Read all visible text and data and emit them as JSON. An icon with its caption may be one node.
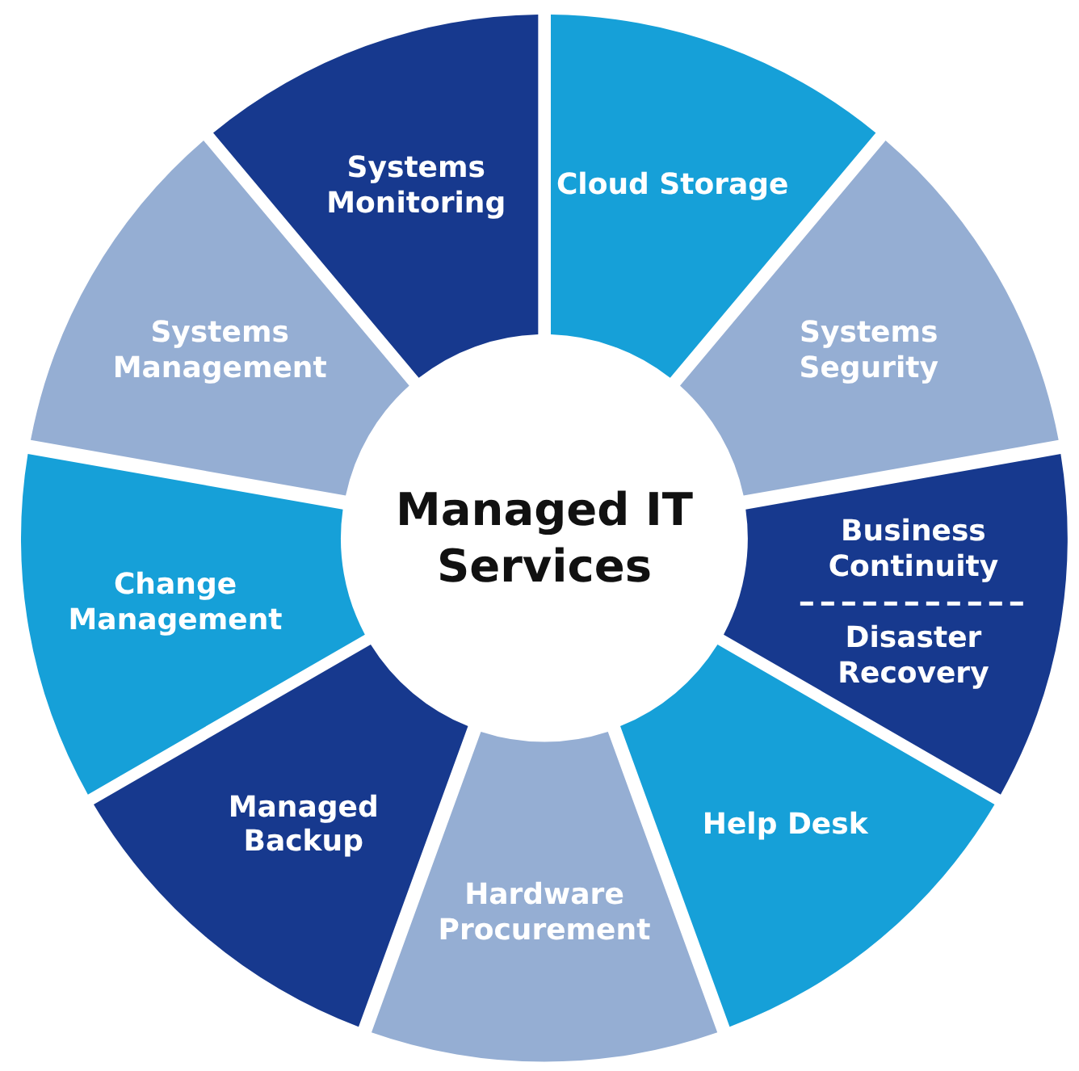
{
  "diagram": {
    "nodes": [
      {
        "text": [
          "Managed IT Services"
        ]
      },
      {
        "text": [
          "Cloud Storage"
        ]
      },
      {
        "text": [
          "Systems Segurity"
        ]
      },
      {
        "text": [
          "Business Continuity",
          "Disaster Recovery"
        ]
      },
      {
        "text": [
          "Help Desk"
        ]
      },
      {
        "text": [
          "Hardware Procurement"
        ]
      },
      {
        "text": [
          "Managed Backup"
        ]
      },
      {
        "text": [
          "Change Management"
        ]
      },
      {
        "text": [
          "Systems Management"
        ]
      },
      {
        "text": [
          "Systems Monitoring"
        ]
      }
    ]
  }
}
